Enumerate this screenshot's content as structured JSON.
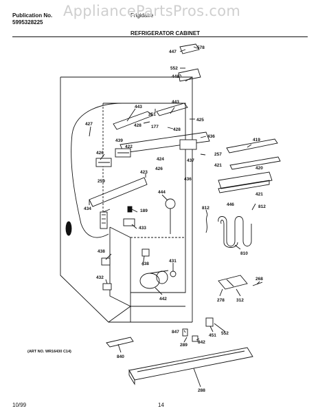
{
  "header": {
    "publication_label": "Publication No.",
    "publication_number": "5995328225",
    "brand": "Frigidaire",
    "watermark": "AppliancePartsPros.com",
    "section_title": "REFRIGERATOR CABINET"
  },
  "footer": {
    "date": "10/99",
    "page_number": "14"
  },
  "diagram": {
    "art_number": "(ART NO. WR16430 C14)",
    "parts": [
      {
        "id": "578",
        "label": "578"
      },
      {
        "id": "447",
        "label": "447"
      },
      {
        "id": "552a",
        "label": "552"
      },
      {
        "id": "448",
        "label": "448"
      },
      {
        "id": "443a",
        "label": "443"
      },
      {
        "id": "251",
        "label": "251"
      },
      {
        "id": "443b",
        "label": "443"
      },
      {
        "id": "427",
        "label": "427"
      },
      {
        "id": "428a",
        "label": "428"
      },
      {
        "id": "177",
        "label": "177"
      },
      {
        "id": "428b",
        "label": "428"
      },
      {
        "id": "425",
        "label": "425"
      },
      {
        "id": "436a",
        "label": "436"
      },
      {
        "id": "419",
        "label": "419"
      },
      {
        "id": "439",
        "label": "439"
      },
      {
        "id": "422",
        "label": "422"
      },
      {
        "id": "426a",
        "label": "426"
      },
      {
        "id": "424",
        "label": "424"
      },
      {
        "id": "437",
        "label": "437"
      },
      {
        "id": "257",
        "label": "257"
      },
      {
        "id": "421a",
        "label": "421"
      },
      {
        "id": "426b",
        "label": "426"
      },
      {
        "id": "423",
        "label": "423"
      },
      {
        "id": "436b",
        "label": "436"
      },
      {
        "id": "420",
        "label": "420"
      },
      {
        "id": "259",
        "label": "259"
      },
      {
        "id": "444",
        "label": "444"
      },
      {
        "id": "421b",
        "label": "421"
      },
      {
        "id": "446",
        "label": "446"
      },
      {
        "id": "812a",
        "label": "812"
      },
      {
        "id": "812b",
        "label": "812"
      },
      {
        "id": "434",
        "label": "434"
      },
      {
        "id": "189",
        "label": "189"
      },
      {
        "id": "433",
        "label": "433"
      },
      {
        "id": "810",
        "label": "810"
      },
      {
        "id": "438a",
        "label": "438"
      },
      {
        "id": "438b",
        "label": "438"
      },
      {
        "id": "431",
        "label": "431"
      },
      {
        "id": "432",
        "label": "432"
      },
      {
        "id": "442",
        "label": "442"
      },
      {
        "id": "268",
        "label": "268"
      },
      {
        "id": "278",
        "label": "278"
      },
      {
        "id": "312",
        "label": "312"
      },
      {
        "id": "847",
        "label": "847"
      },
      {
        "id": "451",
        "label": "451"
      },
      {
        "id": "552b",
        "label": "552"
      },
      {
        "id": "289",
        "label": "289"
      },
      {
        "id": "842",
        "label": "842"
      },
      {
        "id": "840",
        "label": "840"
      },
      {
        "id": "288",
        "label": "288"
      }
    ]
  }
}
